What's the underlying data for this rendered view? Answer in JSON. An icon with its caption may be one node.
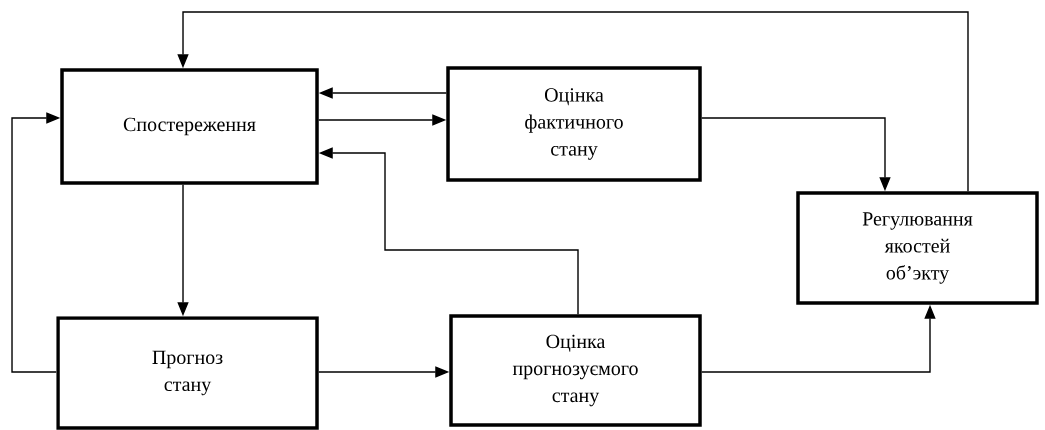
{
  "diagram": {
    "nodes": [
      {
        "text": [
          "Спостереження"
        ]
      },
      {
        "text": [
          "Оцінка фактичного стану"
        ]
      },
      {
        "text": [
          "Регулювання якостей об’экту"
        ]
      },
      {
        "text": [
          "Прогноз стану"
        ]
      },
      {
        "text": [
          "Оцінка прогнозуємого стану"
        ]
      }
    ],
    "edges": [
      {
        "from": 1,
        "to": 0,
        "arrow": "to"
      },
      {
        "from": 0,
        "to": 1,
        "arrow": "to"
      },
      {
        "from": 1,
        "to": 2,
        "arrow": "to"
      },
      {
        "from": 2,
        "to": 0,
        "arrow": "to"
      },
      {
        "from": 0,
        "to": 3,
        "arrow": "to"
      },
      {
        "from": 3,
        "to": 0,
        "arrow": "to"
      },
      {
        "from": 3,
        "to": 4,
        "arrow": "to"
      },
      {
        "from": 4,
        "to": 0,
        "arrow": "to"
      },
      {
        "from": 4,
        "to": 2,
        "arrow": "to"
      }
    ]
  }
}
